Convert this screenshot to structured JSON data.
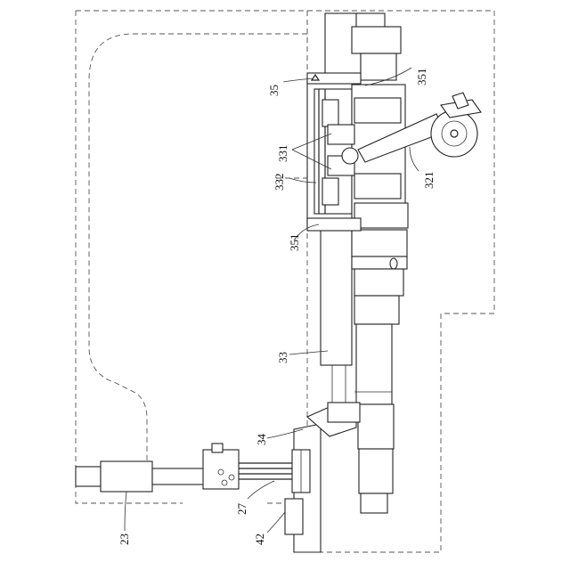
{
  "figure": {
    "labels": {
      "l35": "35",
      "l351_top": "351",
      "l331": "331",
      "l332": "332",
      "l321": "321",
      "l351_bottom": "351",
      "l33": "33",
      "l34": "34",
      "l27": "27",
      "l23": "23",
      "l42": "42"
    }
  }
}
